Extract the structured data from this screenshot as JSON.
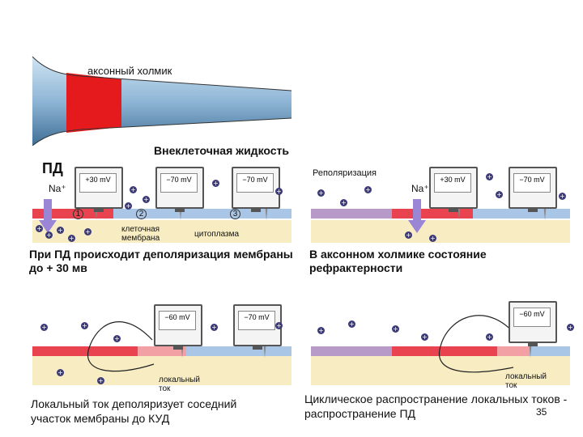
{
  "axon_label": "аксонный холмик",
  "panel1": {
    "pd_label": "ПД",
    "na_label": "Na⁺",
    "extracellular_label": "Внеклеточная жидкость",
    "meters": [
      "+30 mV",
      "−70 mV",
      "−70 mV"
    ],
    "markers": [
      "1",
      "2",
      "3"
    ],
    "membrane_label": "клеточная мембрана",
    "cytoplasm_label": "цитоплазма",
    "caption": "При ПД происходит деполяризация мембраны до + 30 мв"
  },
  "panel2": {
    "repolarization_label": "Реполяризация",
    "na_label": "Na⁺",
    "meters": [
      "+30 mV",
      "−70 mV"
    ],
    "caption": "В аксонном холмике состояние рефрактерности"
  },
  "panel3": {
    "meters": [
      "−60 mV",
      "−70 mV"
    ],
    "local_current_label": "локальный ток",
    "caption": "Локальный ток деполяризует соседний участок мембраны до КУД"
  },
  "panel4": {
    "meters": [
      "−60 mV"
    ],
    "local_current_label": "локальный ток",
    "caption": "Циклическое распространение локальных токов - распространение ПД"
  },
  "slide_number": "35",
  "colors": {
    "depolarized": "#e8434f",
    "resting": "#a9c6e6",
    "repolarizing": "#b79ac8",
    "cytoplasm": "#f7ecc2",
    "ion": "#3d3a7a",
    "arrow": "#9b86d6"
  }
}
